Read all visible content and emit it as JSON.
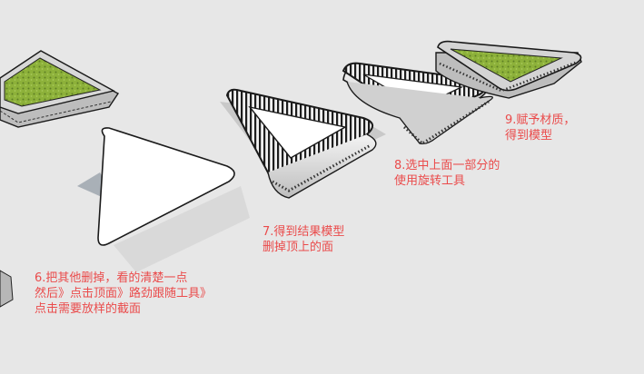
{
  "annotations": {
    "step6": [
      "6.把其他删掉，看的清楚一点",
      "然后》点击顶面》路劲跟随工具》",
      "点击需要放样的截面"
    ],
    "step7": [
      "7.得到结果模型",
      "删掉顶上的面"
    ],
    "step8": [
      "8.选中上面一部分的",
      "使用旋转工具"
    ],
    "step9": [
      "9.赋予材质，",
      "得到模型"
    ]
  },
  "colors": {
    "background": "#e7e7e7",
    "annotation": "#ea4b4b",
    "grass": "#8db13a",
    "planter": "#cfcfcf",
    "outline": "#1a1a1a"
  }
}
